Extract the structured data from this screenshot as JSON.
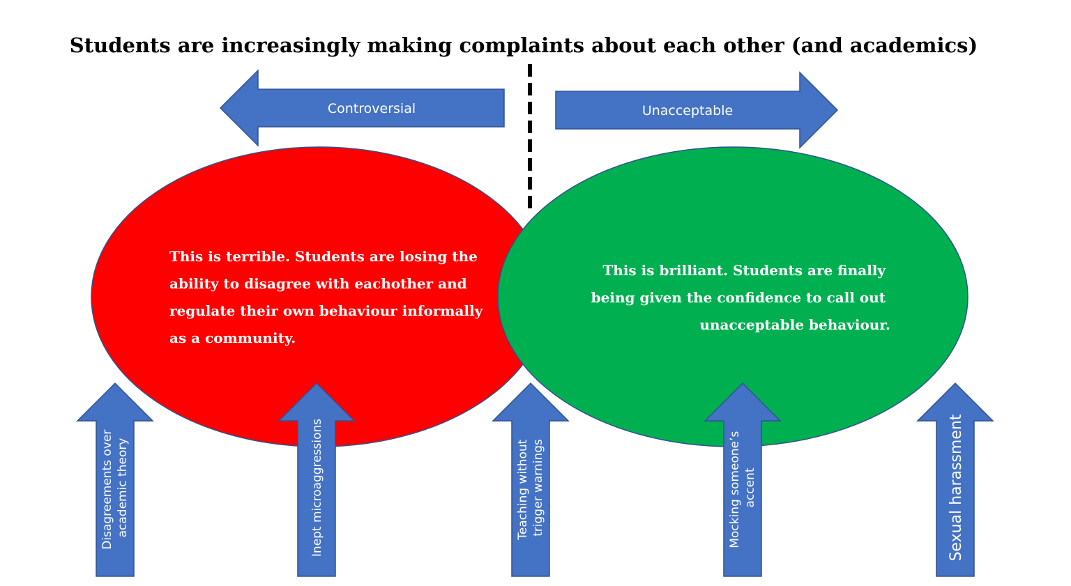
{
  "title": "Students are increasingly making complaints about each other (and academics)",
  "arrows_horizontal": {
    "left": {
      "label": "Controversial"
    },
    "right": {
      "label": "Unacceptable"
    }
  },
  "bubbles": {
    "left": {
      "color": "#ff0000",
      "lines": [
        "This is terrible. Students are losing the",
        "ability to disagree with eachother and",
        "regulate their own behaviour informally",
        "as a community."
      ]
    },
    "right": {
      "color": "#00b050",
      "lines": [
        "This is brilliant. Students are finally",
        "being given the confidence to call out",
        "unacceptable behaviour."
      ]
    }
  },
  "arrows_up": [
    {
      "lines": [
        "Disagreements over",
        "academic theory"
      ]
    },
    {
      "lines": [
        "Inept microaggressions"
      ]
    },
    {
      "lines": [
        "Teaching without",
        "trigger warnings"
      ]
    },
    {
      "lines": [
        "Mocking someone’s",
        "accent"
      ]
    },
    {
      "lines": [
        "Sexual harassment"
      ]
    }
  ],
  "colors": {
    "arrow_fill": "#4472c4",
    "arrow_stroke": "#2f528f",
    "divider": "#000000"
  }
}
